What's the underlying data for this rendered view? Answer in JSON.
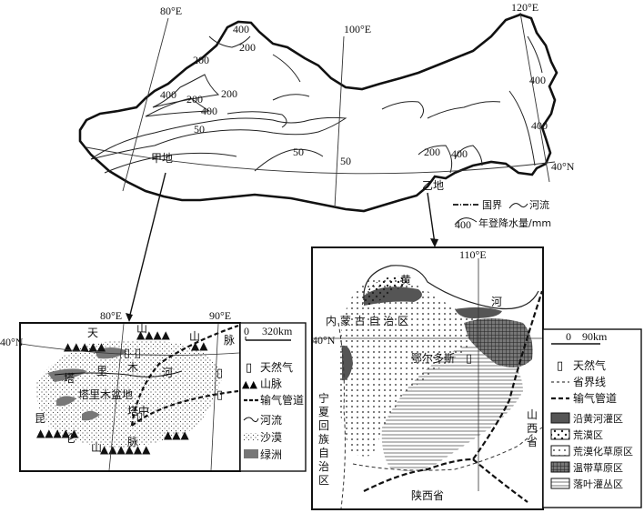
{
  "main_map": {
    "meridians": {
      "m80": "80°E",
      "m100": "100°E",
      "m120": "120°E"
    },
    "parallel": "40°N",
    "isohyets": [
      "400",
      "200",
      "200",
      "400",
      "200",
      "200",
      "400",
      "50",
      "50",
      "50",
      "200",
      "400",
      "400",
      "400"
    ],
    "place_a": "甲地",
    "place_b": "乙地",
    "legend": {
      "national_border": "国界",
      "river": "河流",
      "precip_prefix": "400",
      "precip": "年登降水量/mm"
    }
  },
  "inset_a": {
    "meridians": {
      "m80": "80°E",
      "m90": "90°E"
    },
    "parallel": "40°N",
    "scale": {
      "zero": "0",
      "dist": "320km"
    },
    "labels": [
      "天",
      "山",
      "山",
      "脉",
      "塔",
      "里",
      "木",
      "河",
      "塔里木盆地",
      "昆",
      "仑",
      "山",
      "脉",
      "塔中"
    ],
    "legend": [
      {
        "key": "gas",
        "label": "天然气"
      },
      {
        "key": "mountain",
        "label": "山脉"
      },
      {
        "key": "pipeline",
        "label": "输气管道"
      },
      {
        "key": "river",
        "label": "河流"
      },
      {
        "key": "desert",
        "label": "沙漠"
      },
      {
        "key": "oasis",
        "label": "绿洲"
      }
    ]
  },
  "inset_b": {
    "meridian": "110°E",
    "parallel": "40°N",
    "scale": {
      "zero": "0",
      "dist": "90km"
    },
    "labels": {
      "huang": "黄",
      "he": "河",
      "neimenggu": "内 蒙 古 自 治 区",
      "eerduosi": "鄂尔多斯",
      "ningxia": [
        "宁",
        "夏",
        "回",
        "族",
        "自",
        "治",
        "区"
      ],
      "shanxi_e": [
        "山",
        "西",
        "省"
      ],
      "shaanxi": "陕西省"
    },
    "legend": [
      {
        "key": "gas",
        "label": "天然气"
      },
      {
        "key": "province",
        "label": "省界线"
      },
      {
        "key": "pipeline",
        "label": "输气管道"
      },
      {
        "key": "yellow_irrig",
        "label": "沿黄河灌区"
      },
      {
        "key": "desert_shrub",
        "label": "荒漠区"
      },
      {
        "key": "steppe",
        "label": "荒漠化草原区"
      },
      {
        "key": "typical",
        "label": "温带草原区"
      },
      {
        "key": "forest",
        "label": "落叶灌丛区"
      }
    ]
  }
}
